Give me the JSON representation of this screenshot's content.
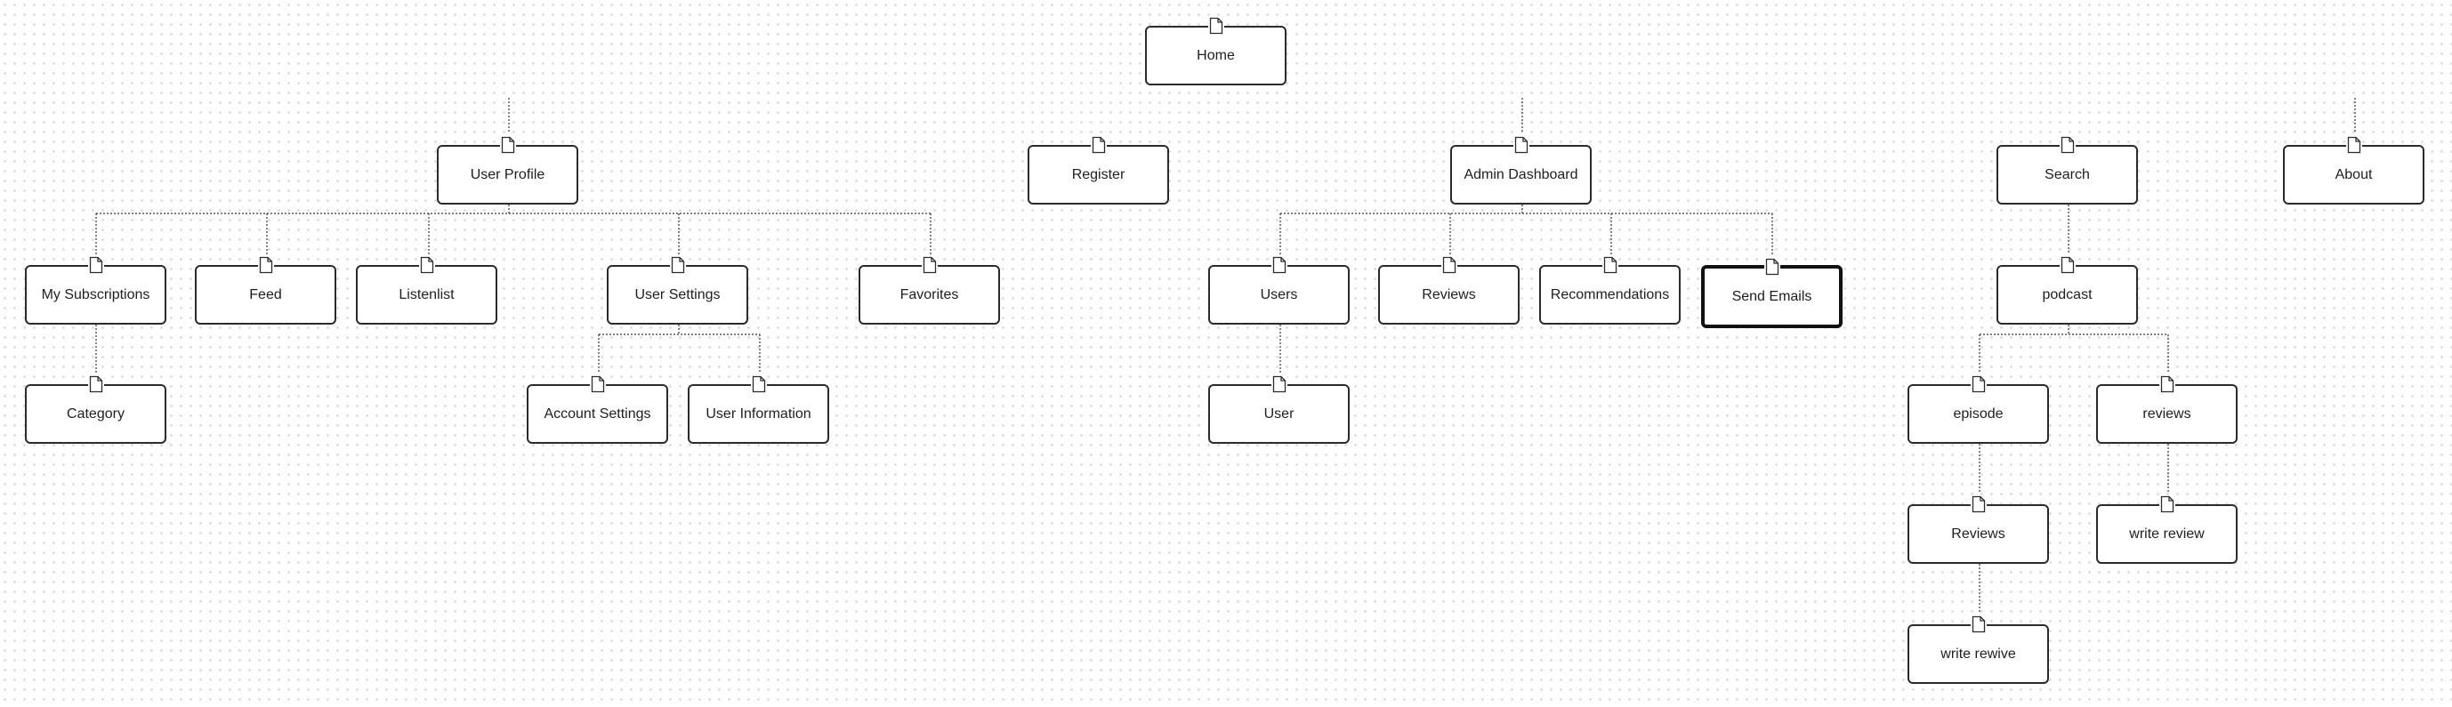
{
  "diagram": {
    "pages": {
      "home": "Home",
      "user_profile": "User Profile",
      "register": "Register",
      "admin_dashboard": "Admin Dashboard",
      "search": "Search",
      "about": "About",
      "my_subscriptions": "My Subscriptions",
      "feed": "Feed",
      "listenlist": "Listenlist",
      "user_settings": "User Settings",
      "favorites": "Favorites",
      "category": "Category",
      "account_settings": "Account Settings",
      "user_information": "User Information",
      "users": "Users",
      "reviews_admin": "Reviews",
      "recommendations": "Recommendations",
      "send_emails": "Send Emails",
      "user": "User",
      "podcast": "podcast",
      "episode": "episode",
      "reviews_podcast": "reviews",
      "reviews_episode": "Reviews",
      "write_review": "write review",
      "write_rewive": "write rewive"
    },
    "selected": "send_emails",
    "icon": "page-icon"
  }
}
